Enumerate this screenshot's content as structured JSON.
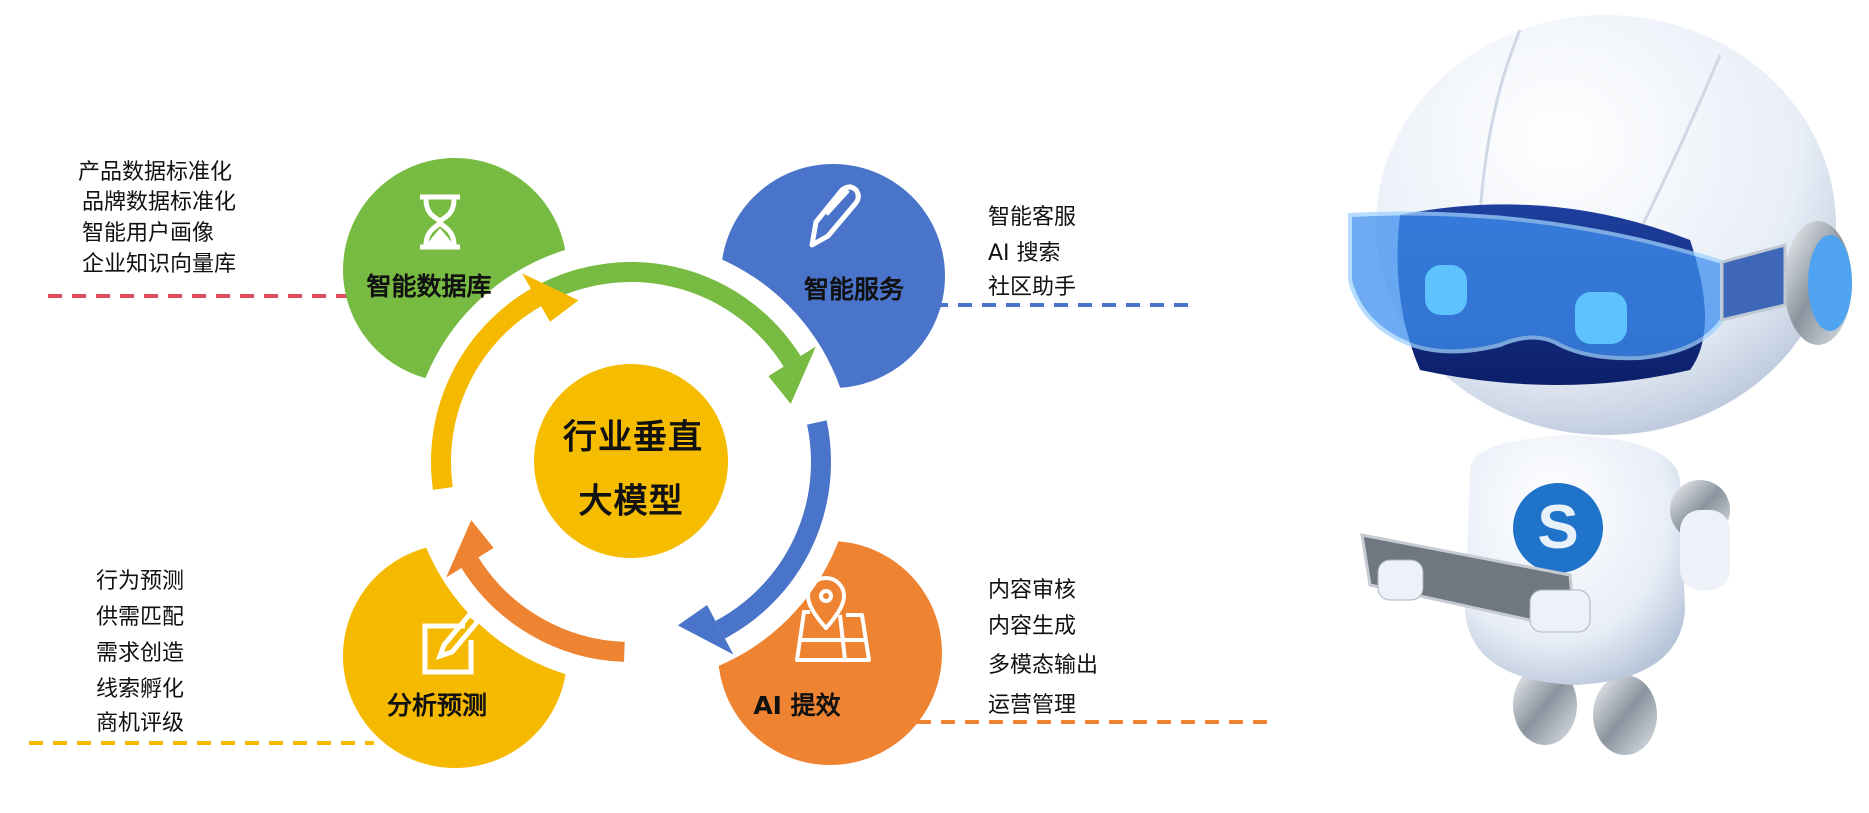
{
  "colors": {
    "green": "#78bb42",
    "blue": "#4a74c9",
    "orange": "#ee8331",
    "yellow": "#f5b900",
    "red_dash": "#e04c5c"
  },
  "center": {
    "line1": "行业垂直",
    "line2": "大模型"
  },
  "nodes": [
    {
      "label": "智能数据库",
      "icon": "hourglass-icon",
      "items": [
        "产品数据标准化",
        "品牌数据标准化",
        "智能用户画像",
        "企业知识向量库"
      ]
    },
    {
      "label": "智能服务",
      "icon": "pen-icon",
      "items": [
        "智能客服",
        "AI 搜索",
        "社区助手"
      ]
    },
    {
      "label": "AI 提效",
      "icon": "map-pin-icon",
      "items": [
        "内容审核",
        "内容生成",
        "多模态输出",
        "运营管理"
      ]
    },
    {
      "label": "分析预测",
      "icon": "edit-icon",
      "items": [
        "行为预测",
        "供需匹配",
        "需求创造",
        "线索孵化",
        "商机评级"
      ]
    }
  ]
}
